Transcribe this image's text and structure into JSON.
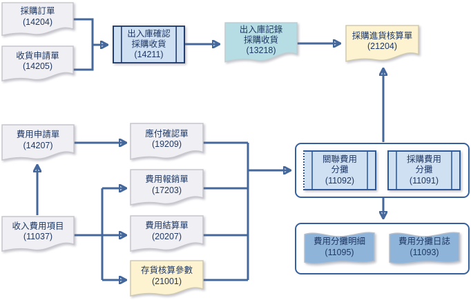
{
  "diagram": {
    "type": "flowchart",
    "colors": {
      "connector": "#44679c",
      "text": "#1f3864",
      "doc_white_fill": "#f0f0f4",
      "doc_yellow_fill": "#fdf3d0",
      "doc_cyan_fill": "#b6dde3",
      "doc_blue_fill": "#8fb4d9",
      "process_fill": "#cfe0f2",
      "process_border": "#1e3c6f",
      "container_border": "#35609f"
    },
    "nodes": {
      "n14204": {
        "label": "採購訂單",
        "code": "(14204)"
      },
      "n14205": {
        "label": "收貨申請單",
        "code": "(14205)"
      },
      "n14211": {
        "label": "出入庫確認\n採購收貨",
        "code": "(14211)"
      },
      "n13218": {
        "label": "出入庫記錄\n採購收貨",
        "code": "(13218)"
      },
      "n21204": {
        "label": "採購進貨核算單",
        "code": "(21204)"
      },
      "n14207": {
        "label": "費用申請單",
        "code": "(14207)"
      },
      "n19209": {
        "label": "應付確認單",
        "code": "(19209)"
      },
      "n11037": {
        "label": "收入費用項目",
        "code": "(11037)"
      },
      "n17203": {
        "label": "費用報銷單",
        "code": "(17203)"
      },
      "n20207": {
        "label": "費用結算單",
        "code": "(20207)"
      },
      "n21001": {
        "label": "存貨核算參數",
        "code": "(21001)"
      },
      "n11092": {
        "label": "關聯費用\n分攤",
        "code": "(11092)"
      },
      "n11091": {
        "label": "採購費用\n分攤",
        "code": "(11091)"
      },
      "n11095": {
        "label": "費用分攤明細",
        "code": "(11095)"
      },
      "n11093": {
        "label": "費用分攤日誌",
        "code": "(11093)"
      }
    }
  }
}
